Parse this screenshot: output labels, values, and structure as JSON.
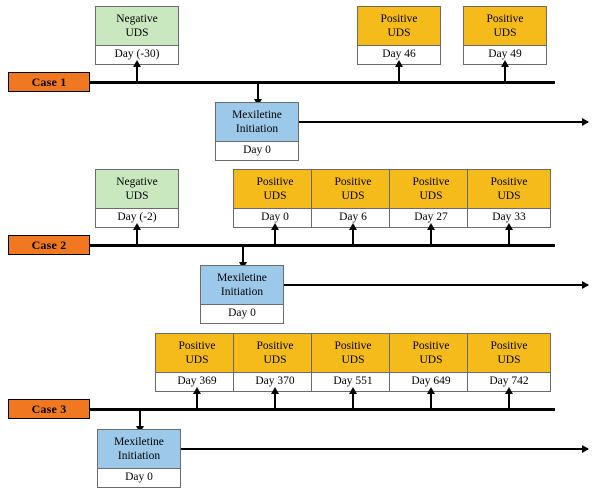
{
  "figure": {
    "colors": {
      "case_label_orange": "#f07820",
      "negative_uds_green": "#c9e8c0",
      "positive_uds_yellow": "#f5bb1a",
      "mexiletine_blue": "#9cc8ea",
      "line_black": "#000000",
      "card_border_gray": "#6b6b6b"
    }
  },
  "cases": [
    {
      "label": "Case 1",
      "events": [
        {
          "title_line1": "Negative",
          "title_line2": "UDS",
          "day": "Day (-30)",
          "kind": "negative"
        },
        {
          "title_line1": "Positive",
          "title_line2": "UDS",
          "day": "Day 46",
          "kind": "positive"
        },
        {
          "title_line1": "Positive",
          "title_line2": "UDS",
          "day": "Day 49",
          "kind": "positive"
        }
      ],
      "medication": {
        "title_line1": "Mexiletine",
        "title_line2": "Initiation",
        "day": "Day 0",
        "kind": "mexiletine"
      }
    },
    {
      "label": "Case 2",
      "events": [
        {
          "title_line1": "Negative",
          "title_line2": "UDS",
          "day": "Day (-2)",
          "kind": "negative"
        },
        {
          "title_line1": "Positive",
          "title_line2": "UDS",
          "day": "Day 0",
          "kind": "positive"
        },
        {
          "title_line1": "Positive",
          "title_line2": "UDS",
          "day": "Day 6",
          "kind": "positive"
        },
        {
          "title_line1": "Positive",
          "title_line2": "UDS",
          "day": "Day 27",
          "kind": "positive"
        },
        {
          "title_line1": "Positive",
          "title_line2": "UDS",
          "day": "Day 33",
          "kind": "positive"
        }
      ],
      "medication": {
        "title_line1": "Mexiletine",
        "title_line2": "Initiation",
        "day": "Day 0",
        "kind": "mexiletine"
      }
    },
    {
      "label": "Case 3",
      "events": [
        {
          "title_line1": "Positive",
          "title_line2": "UDS",
          "day": "Day 369",
          "kind": "positive"
        },
        {
          "title_line1": "Positive",
          "title_line2": "UDS",
          "day": "Day 370",
          "kind": "positive"
        },
        {
          "title_line1": "Positive",
          "title_line2": "UDS",
          "day": "Day 551",
          "kind": "positive"
        },
        {
          "title_line1": "Positive",
          "title_line2": "UDS",
          "day": "Day 649",
          "kind": "positive"
        },
        {
          "title_line1": "Positive",
          "title_line2": "UDS",
          "day": "Day 742",
          "kind": "positive"
        }
      ],
      "medication": {
        "title_line1": "Mexiletine",
        "title_line2": "Initiation",
        "day": "Day 0",
        "kind": "mexiletine"
      }
    }
  ]
}
